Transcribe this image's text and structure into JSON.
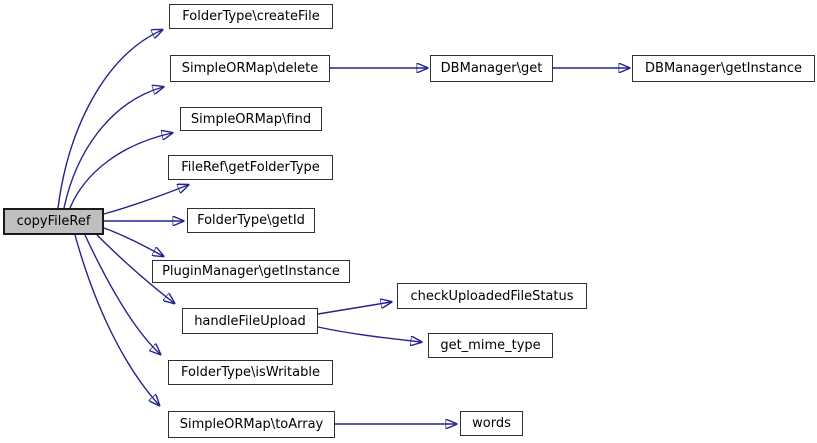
{
  "diagram": {
    "type": "call-graph",
    "root_function": "copyFileRef",
    "colors": {
      "background": "#ffffff",
      "edge": "#23238e",
      "node_border": "#2f2f2f",
      "node_fill": "#ffffff",
      "node_text": "#000000",
      "root_node_fill": "#bfbfbf"
    },
    "nodes": [
      {
        "id": "copyFileRef",
        "label": "copyFileRef",
        "highlighted": true
      },
      {
        "id": "FolderType-createFile",
        "label": "FolderType\\createFile"
      },
      {
        "id": "SimpleORMap-delete",
        "label": "SimpleORMap\\delete"
      },
      {
        "id": "SimpleORMap-find",
        "label": "SimpleORMap\\find"
      },
      {
        "id": "FileRef-getFolderType",
        "label": "FileRef\\getFolderType"
      },
      {
        "id": "FolderType-getId",
        "label": "FolderType\\getId"
      },
      {
        "id": "PluginManager-getInstance",
        "label": "PluginManager\\getInstance"
      },
      {
        "id": "handleFileUpload",
        "label": "handleFileUpload"
      },
      {
        "id": "FolderType-isWritable",
        "label": "FolderType\\isWritable"
      },
      {
        "id": "SimpleORMap-toArray",
        "label": "SimpleORMap\\toArray"
      },
      {
        "id": "DBManager-get",
        "label": "DBManager\\get"
      },
      {
        "id": "DBManager-getInstance",
        "label": "DBManager\\getInstance"
      },
      {
        "id": "checkUploadedFileStatus",
        "label": "checkUploadedFileStatus"
      },
      {
        "id": "get_mime_type",
        "label": "get_mime_type"
      },
      {
        "id": "words",
        "label": "words"
      }
    ],
    "edges": [
      {
        "from": "copyFileRef",
        "to": "FolderType\\createFile"
      },
      {
        "from": "copyFileRef",
        "to": "SimpleORMap\\delete"
      },
      {
        "from": "copyFileRef",
        "to": "SimpleORMap\\find"
      },
      {
        "from": "copyFileRef",
        "to": "FileRef\\getFolderType"
      },
      {
        "from": "copyFileRef",
        "to": "FolderType\\getId"
      },
      {
        "from": "copyFileRef",
        "to": "PluginManager\\getInstance"
      },
      {
        "from": "copyFileRef",
        "to": "handleFileUpload"
      },
      {
        "from": "copyFileRef",
        "to": "FolderType\\isWritable"
      },
      {
        "from": "copyFileRef",
        "to": "SimpleORMap\\toArray"
      },
      {
        "from": "SimpleORMap\\delete",
        "to": "DBManager\\get"
      },
      {
        "from": "DBManager\\get",
        "to": "DBManager\\getInstance"
      },
      {
        "from": "handleFileUpload",
        "to": "checkUploadedFileStatus"
      },
      {
        "from": "handleFileUpload",
        "to": "get_mime_type"
      },
      {
        "from": "SimpleORMap\\toArray",
        "to": "words"
      }
    ]
  }
}
